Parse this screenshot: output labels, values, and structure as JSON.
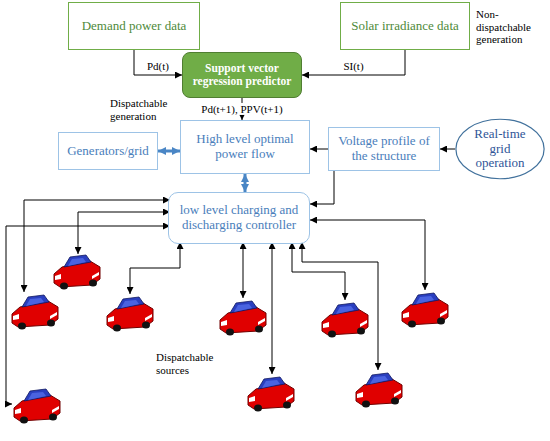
{
  "diagram": {
    "nodes": [
      {
        "text": [
          "Demand power data"
        ]
      },
      {
        "text": [
          "Solar irradiance data"
        ]
      },
      {
        "text": [
          "Support vector regression predictor"
        ]
      },
      {
        "text": [
          "Generators/grid"
        ]
      },
      {
        "text": [
          "High level optimal power flow"
        ]
      },
      {
        "text": [
          "Voltage profile of the structure"
        ]
      },
      {
        "text": [
          "Real-time grid operation"
        ]
      },
      {
        "text": [
          "low level charging and discharging controller"
        ]
      }
    ],
    "edges": [
      {
        "from": 0,
        "to": 2,
        "label": "Pd(t)",
        "arrow": "to"
      },
      {
        "from": 1,
        "to": 2,
        "label": "SI(t)",
        "arrow": "to"
      },
      {
        "from": 2,
        "to": 4,
        "label": "Pd(t+1), PPV(t+1)",
        "arrow": "to"
      },
      {
        "from": 3,
        "to": 4,
        "arrow": "both"
      },
      {
        "from": 5,
        "to": 4,
        "arrow": "to"
      },
      {
        "from": 6,
        "to": 5,
        "arrow": "to"
      },
      {
        "from": 4,
        "to": 7,
        "arrow": "both"
      },
      {
        "from": 5,
        "to": 7,
        "arrow": "to"
      }
    ],
    "labels": [
      "Non-dispatchable generation",
      "Dispatchable generation",
      "Dispatchable sources"
    ]
  }
}
